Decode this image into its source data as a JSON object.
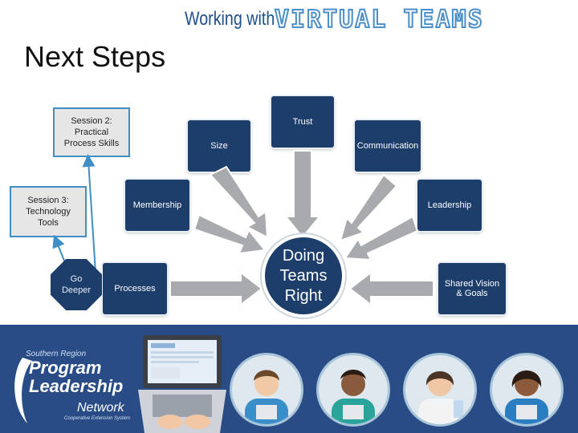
{
  "banner": {
    "prefix": "Working with",
    "main": "VIRTUAL TEAMS"
  },
  "title": "Next Steps",
  "sessions": {
    "session2": "Session 2: Practical Process Skills",
    "session3": "Session 3: Technology Tools",
    "go_deeper": "Go Deeper"
  },
  "elements": {
    "trust": "Trust",
    "size": "Size",
    "communication": "Communication",
    "membership": "Membership",
    "leadership": "Leadership",
    "processes": "Processes",
    "shared_vision": "Shared Vision & Goals"
  },
  "center": "Doing Teams Right",
  "logo": {
    "line1": "Southern Region",
    "line2": "Program",
    "line3": "Leadership",
    "line4": "Network",
    "line5": "Cooperative Extension System"
  },
  "colors": {
    "navy": "#1d3d6b",
    "band": "#2a4c86",
    "arrow": "#a9aaad",
    "outline": "#3f8fc6"
  }
}
